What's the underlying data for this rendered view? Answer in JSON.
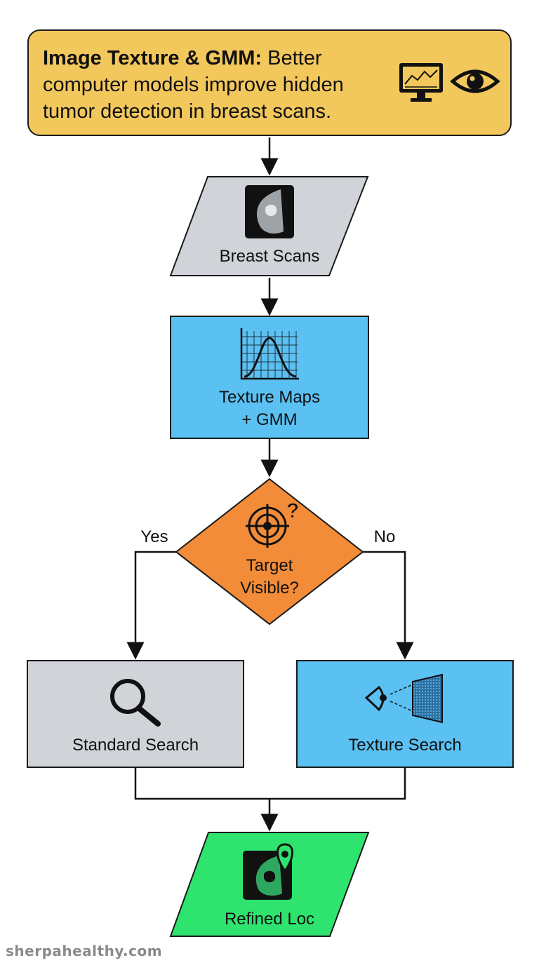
{
  "header": {
    "title_bold": "Image Texture & GMM:",
    "title_rest": " Better computer models improve hidden tumor detection in breast scans.",
    "icons": [
      "monitor-chart-icon",
      "eye-icon"
    ]
  },
  "flow": {
    "input": {
      "label": "Breast Scans",
      "icon": "mammogram-icon"
    },
    "process": {
      "line1": "Texture Maps",
      "line2": "+ GMM",
      "icon": "gaussian-chart-icon"
    },
    "decision": {
      "line1": "Target",
      "line2": "Visible?",
      "icon": "target-question-icon"
    },
    "yes_label": "Yes",
    "no_label": "No",
    "left_box": {
      "label": "Standard Search",
      "icon": "magnifier-icon"
    },
    "right_box": {
      "label": "Texture Search",
      "icon": "eye-texture-icon"
    },
    "output": {
      "label": "Refined Loc",
      "icon": "mammogram-pin-icon"
    }
  },
  "colors": {
    "title_bg": "#f2c75c",
    "input_bg": "#d0d3d8",
    "process_bg": "#5bc0f2",
    "decision_bg": "#f28c38",
    "standard_bg": "#d0d3d8",
    "texture_bg": "#5bc0f2",
    "output_bg": "#2ee46e"
  },
  "watermark": "sherpahealthy.com"
}
